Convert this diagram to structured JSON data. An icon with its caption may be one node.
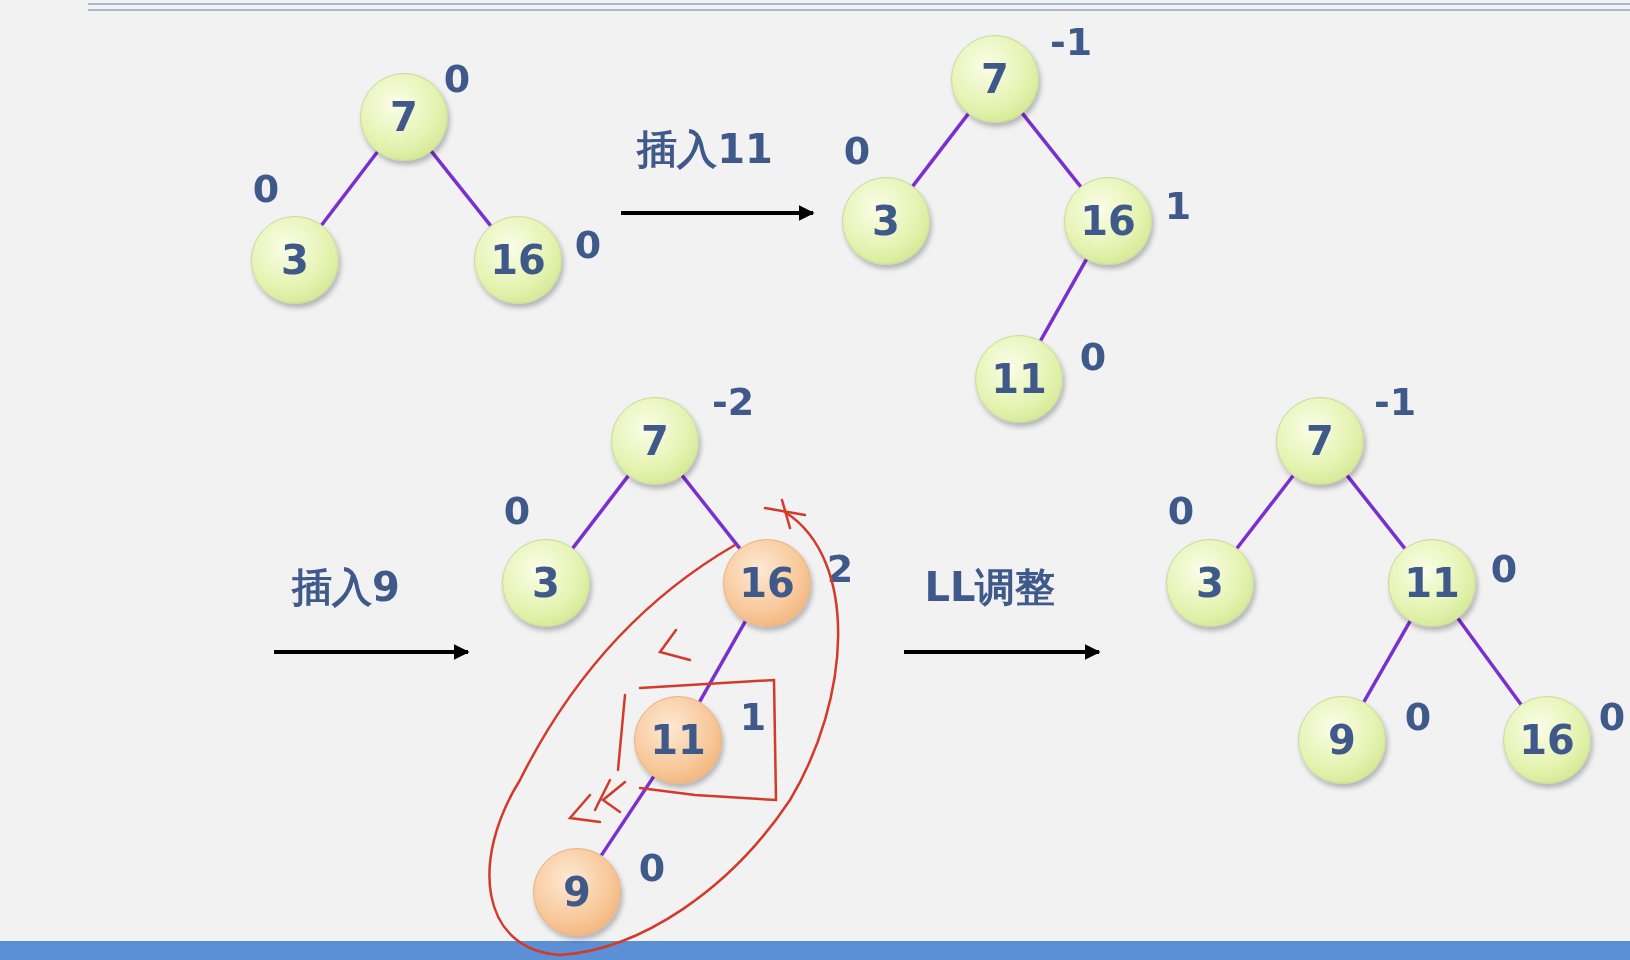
{
  "diagram": {
    "nodes": [
      {
        "text": [
          "7"
        ],
        "beside": [
          "0"
        ]
      },
      {
        "text": [
          "3"
        ],
        "beside": [
          "0"
        ]
      },
      {
        "text": [
          "16"
        ],
        "beside": [
          "0"
        ]
      },
      {
        "text": [
          "7"
        ],
        "beside": [
          "-1"
        ]
      },
      {
        "text": [
          "3"
        ],
        "beside": [
          "0"
        ]
      },
      {
        "text": [
          "16"
        ],
        "beside": [
          "1"
        ]
      },
      {
        "text": [
          "11"
        ],
        "beside": [
          "0"
        ]
      },
      {
        "text": [
          "7"
        ],
        "beside": [
          "-2"
        ]
      },
      {
        "text": [
          "3"
        ],
        "beside": [
          "0"
        ]
      },
      {
        "text": [
          "16"
        ],
        "beside": [
          "2"
        ]
      },
      {
        "text": [
          "11"
        ],
        "beside": [
          "1"
        ]
      },
      {
        "text": [
          "9"
        ],
        "beside": [
          "0"
        ]
      },
      {
        "text": [
          "7"
        ],
        "beside": [
          "-1"
        ]
      },
      {
        "text": [
          "3"
        ],
        "beside": [
          "0"
        ]
      },
      {
        "text": [
          "11"
        ],
        "beside": [
          "0"
        ]
      },
      {
        "text": [
          "9"
        ],
        "beside": [
          "0"
        ]
      },
      {
        "text": [
          "16"
        ],
        "beside": [
          "0"
        ]
      }
    ],
    "edges": [
      {
        "from": 0,
        "to": 1,
        "arrow": "none"
      },
      {
        "from": 0,
        "to": 2,
        "arrow": "none"
      },
      {
        "from": 3,
        "to": 4,
        "arrow": "none"
      },
      {
        "from": 3,
        "to": 5,
        "arrow": "none"
      },
      {
        "from": 5,
        "to": 6,
        "arrow": "none"
      },
      {
        "from": 7,
        "to": 8,
        "arrow": "none"
      },
      {
        "from": 7,
        "to": 9,
        "arrow": "none"
      },
      {
        "from": 9,
        "to": 10,
        "arrow": "none"
      },
      {
        "from": 10,
        "to": 11,
        "arrow": "none"
      },
      {
        "from": 12,
        "to": 13,
        "arrow": "none"
      },
      {
        "from": 12,
        "to": 14,
        "arrow": "none"
      },
      {
        "from": 14,
        "to": 15,
        "arrow": "none"
      },
      {
        "from": 14,
        "to": 16,
        "arrow": "none"
      }
    ],
    "labels": [
      "插入11",
      "插入9",
      "LL调整"
    ]
  }
}
